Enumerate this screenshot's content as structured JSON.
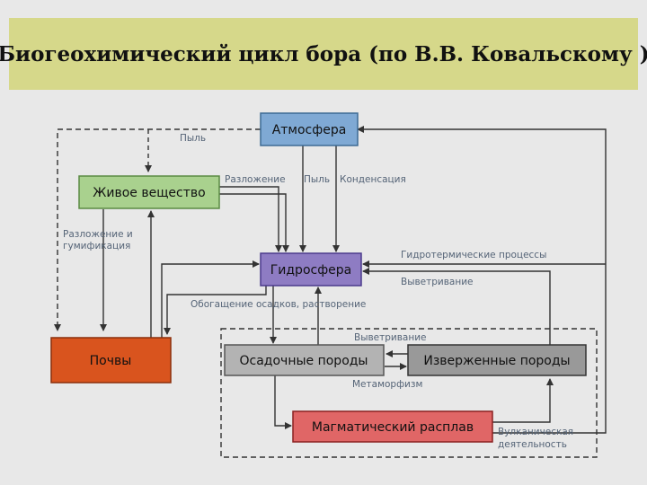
{
  "title": "Биогеохимический цикл бора (по В.В. Ковальскому )",
  "nodes": {
    "atmosphere": {
      "label": "Атмосфера",
      "color": "#7fa9d4"
    },
    "living": {
      "label": "Живое вещество",
      "color": "#a9d18e"
    },
    "hydrosphere": {
      "label": "Гидросфера",
      "color": "#8e7cc3"
    },
    "soil": {
      "label": "Почвы",
      "color": "#d9541e"
    },
    "sedimentary": {
      "label": "Осадочные породы",
      "color": "#b3b3b3"
    },
    "igneous": {
      "label": "Изверженные породы",
      "color": "#999999"
    },
    "magma": {
      "label": "Магматический расплав",
      "color": "#e06666"
    }
  },
  "edges": {
    "dust_top": "Пыль",
    "decomposition_top": "Разложение",
    "dust_mid": "Пыль",
    "condensation": "Конденсация",
    "decomp_humif_1": "Разложение и",
    "decomp_humif_2": "гумификация",
    "hydrothermal": "Гидротермические процессы",
    "weathering_1": "Выветривание",
    "precipitation_dissolution": "Обогащение осадков, растворение",
    "weathering_2": "Выветривание",
    "metamorphism": "Метаморфизм",
    "volcanic_1": "Вулканическая",
    "volcanic_2": "деятельность"
  }
}
